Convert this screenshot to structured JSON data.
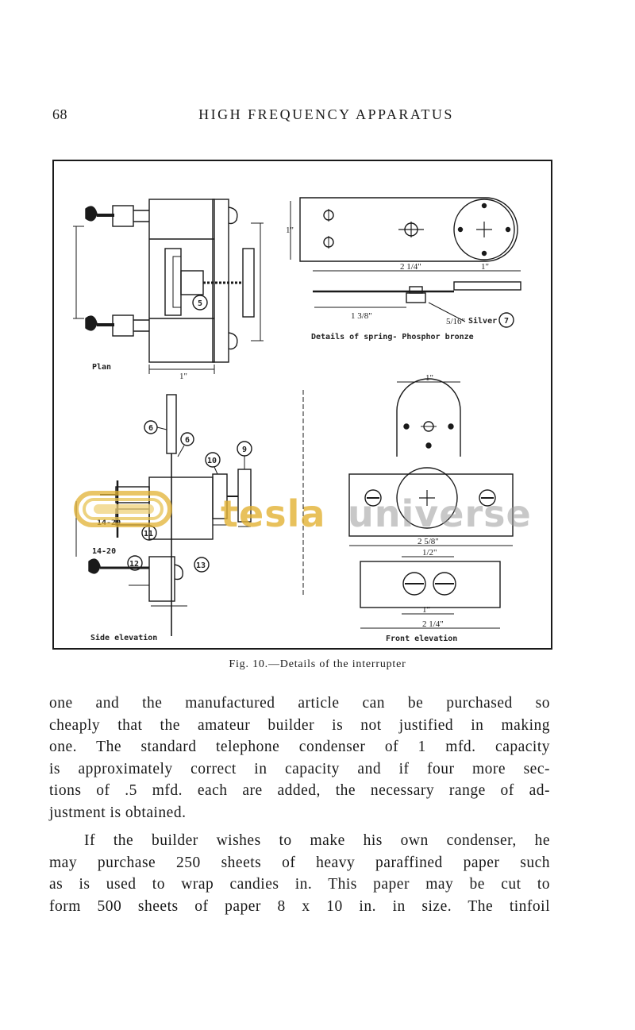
{
  "header": {
    "page_number": "68",
    "running_title": "HIGH FREQUENCY APPARATUS"
  },
  "figure": {
    "caption": "Fig. 10.—Details of the interrupter",
    "labels": {
      "plan": "Plan",
      "details_spring": "Details of spring- Phosphor bronze",
      "silver": "Silver",
      "side_elevation": "Side elevation",
      "front_elevation": "Front elevation",
      "screw_a": "14-20",
      "screw_b": "14-20"
    },
    "part_numbers": [
      "5",
      "6",
      "7",
      "9",
      "10",
      "11",
      "12",
      "13"
    ],
    "dimensions": {
      "plan_width": "1\"",
      "front_width_top": "1\"",
      "front_width_mid": "2 5/8\"",
      "front_width_half": "1/2\"",
      "front_width_low": "1\"",
      "front_width_bottom": "2 1/4\"",
      "spring_length": "2 1/4\"",
      "spring_tip": "1\"",
      "spring_height": "1\"",
      "spring_small": "1 3/8\"",
      "silver_disc": "5/16\""
    },
    "watermark": {
      "left": "tesla",
      "right": "universe"
    }
  },
  "body": {
    "para1_lines": [
      "one and the manufactured article can be purchased so",
      "cheaply that the amateur builder is not justified in making",
      "one. The standard telephone condenser of 1 mfd. capacity",
      "is approximately correct in capacity and if four more sec-",
      "tions of .5 mfd. each are added, the necessary range of ad-",
      "justment is obtained."
    ],
    "para2_lines": [
      "If the builder wishes to make his own condenser, he",
      "may purchase 250 sheets of heavy paraffined paper such",
      "as is used to wrap candies in. This paper may be cut to",
      "form 500 sheets of paper 8 x 10 in. in size. The tinfoil"
    ]
  }
}
